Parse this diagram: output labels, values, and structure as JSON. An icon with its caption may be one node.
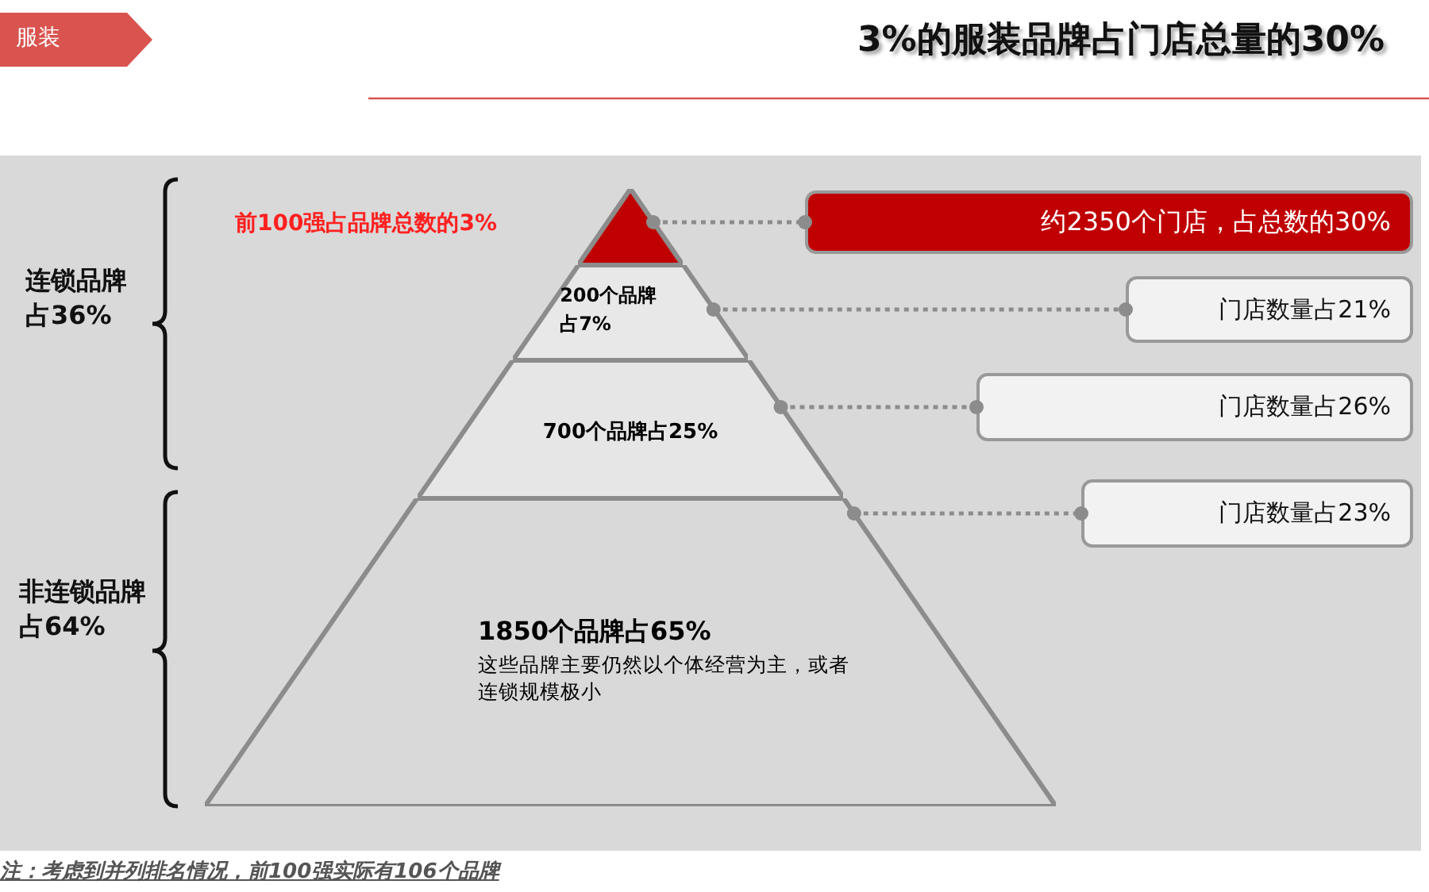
{
  "diagram": {
    "title": "3%的服装品牌占门店总量的30%",
    "nodes": [
      {
        "text": [],
        "shape": "triangle"
      },
      {
        "text": [
          "200个品牌占7%"
        ]
      },
      {
        "text": [
          "700个品牌占25%"
        ]
      },
      {
        "text": [
          "1850个品牌占65%",
          "这些品牌主要仍然以个体经营为主，或者连锁规模极小"
        ]
      },
      {
        "text": [
          "约2350个门店，占总数的30%"
        ]
      },
      {
        "text": [
          "门店数量占21%"
        ]
      },
      {
        "text": [
          "门店数量占26%"
        ]
      },
      {
        "text": [
          "门店数量占23%"
        ]
      },
      {
        "text": [
          "服装"
        ]
      }
    ],
    "edges": [
      {
        "from": 0,
        "to": 4,
        "arrow": "other",
        "style": "dashed"
      },
      {
        "from": 1,
        "to": 5,
        "arrow": "other",
        "style": "dashed"
      },
      {
        "from": 2,
        "to": 6,
        "arrow": "other",
        "style": "dashed"
      },
      {
        "from": 3,
        "to": 7,
        "arrow": "other",
        "style": "dashed"
      }
    ],
    "labels": [
      "前100强占品牌总数的3%",
      "连锁品牌占36%",
      "非连锁品牌占64%",
      "注：考虑到并列排名情况，前100强实际有106个品牌"
    ]
  }
}
